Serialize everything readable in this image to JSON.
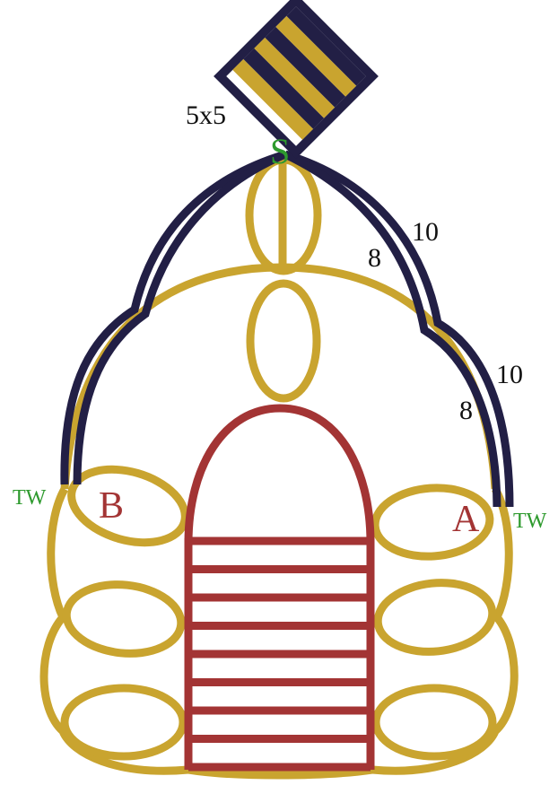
{
  "colors": {
    "frame": "#c9a42f",
    "border_rows": "#221f45",
    "body_rows": "#a33434",
    "label_main": "#111111",
    "label_side": "#a33434",
    "label_marker": "#2e9a2e"
  },
  "labels": {
    "top_square": "5x5",
    "start": "S",
    "upper_inner": "8",
    "upper_outer": "10",
    "lower_inner": "8",
    "lower_outer": "10",
    "side_left": "B",
    "side_right": "A",
    "turn_left": "TW",
    "turn_right": "TW"
  }
}
